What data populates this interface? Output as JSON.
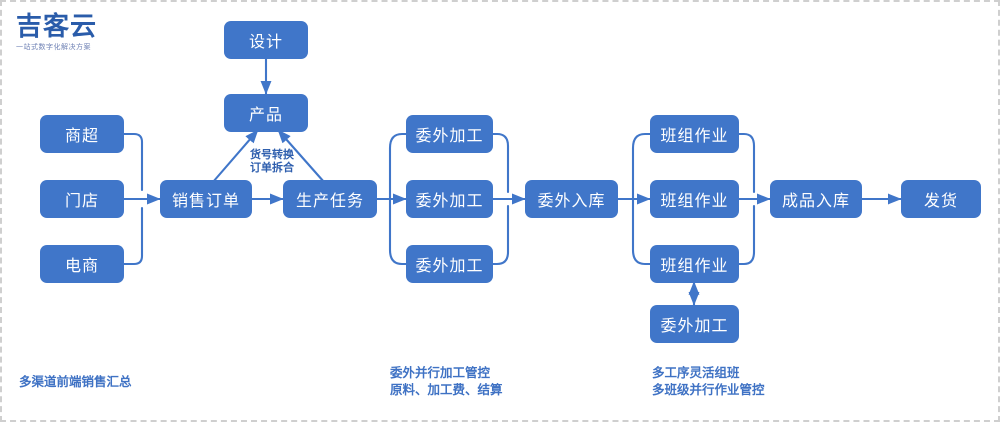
{
  "brand": {
    "logo_text": "吉客云",
    "logo_subtitle": "一站式数字化解决方案",
    "logo_color": "#2a5caa"
  },
  "theme": {
    "node_fill": "#4076c9",
    "node_text": "#ffffff",
    "connector": "#4076c9",
    "caption_color": "#3f72c4",
    "border": "#cfcfcf",
    "background": "#ffffff"
  },
  "nodes": {
    "channel_supermarket": "商超",
    "channel_store": "门店",
    "channel_ecommerce": "电商",
    "sales_order": "销售订单",
    "design": "设计",
    "product": "产品",
    "production_task": "生产任务",
    "outsource_1": "委外加工",
    "outsource_2": "委外加工",
    "outsource_3": "委外加工",
    "outsource_inbound": "委外入库",
    "team_work_1": "班组作业",
    "team_work_2": "班组作业",
    "team_work_3": "班组作业",
    "outsource_side": "委外加工",
    "finished_inbound": "成品入库",
    "shipment": "发货"
  },
  "edge_labels": {
    "product_conversion_line1": "货号转换",
    "product_conversion_line2": "订单拆合"
  },
  "captions": {
    "left": [
      "多渠道前端销售汇总"
    ],
    "middle": [
      "委外并行加工管控",
      "原料、加工费、结算"
    ],
    "right": [
      "多工序灵活组班",
      "多班级并行作业管控"
    ]
  }
}
